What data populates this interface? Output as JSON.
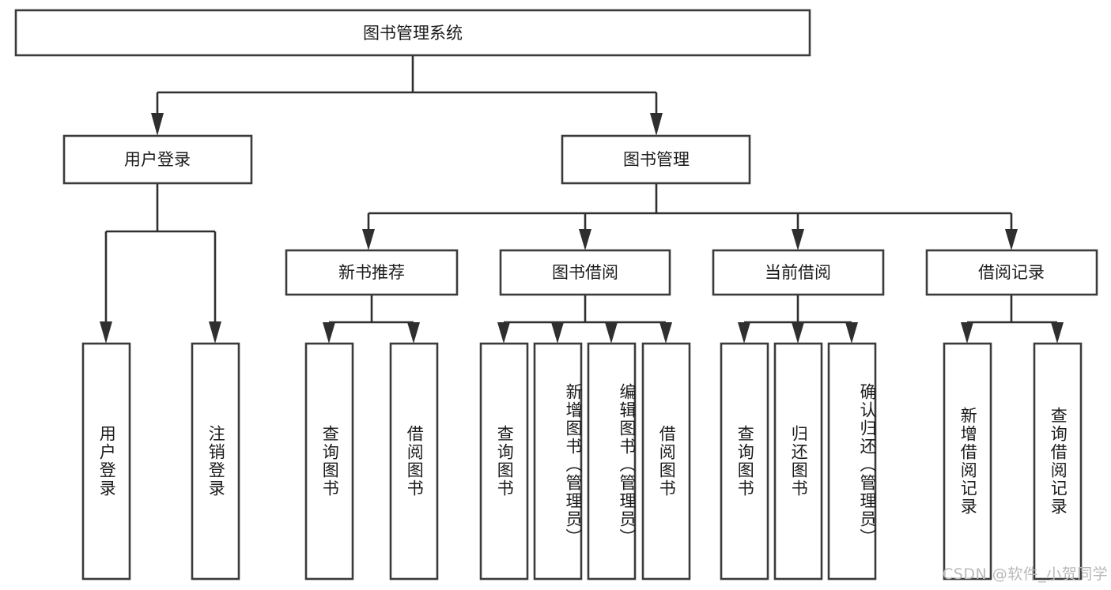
{
  "diagram": {
    "title": "图书管理系统",
    "type": "hierarchy-tree",
    "root": {
      "label": "图书管理系统"
    },
    "level2": [
      {
        "label": "用户登录"
      },
      {
        "label": "图书管理"
      }
    ],
    "level3": [
      {
        "label": "新书推荐"
      },
      {
        "label": "图书借阅"
      },
      {
        "label": "当前借阅"
      },
      {
        "label": "借阅记录"
      }
    ],
    "leaves": {
      "user_login": [
        {
          "label": "用户登录"
        },
        {
          "label": "注销登录"
        }
      ],
      "new_book_recommend": [
        {
          "label": "查询图书"
        },
        {
          "label": "借阅图书"
        }
      ],
      "book_borrow": [
        {
          "label": "查询图书"
        },
        {
          "label": "新增图书（管理员）"
        },
        {
          "label": "编辑图书（管理员）"
        },
        {
          "label": "借阅图书"
        }
      ],
      "current_borrow": [
        {
          "label": "查询图书"
        },
        {
          "label": "归还图书"
        },
        {
          "label": "确认归还（管理员）"
        }
      ],
      "borrow_record": [
        {
          "label": "新增借阅记录"
        },
        {
          "label": "查询借阅记录"
        }
      ]
    }
  },
  "watermark": {
    "text": "CSDN @软件_小贺同学"
  },
  "colors": {
    "box_stroke": "#3b3b3b",
    "connector": "#2f2f2f",
    "text": "#1b1b1b",
    "background": "#ffffff",
    "watermark": "#b9b9b9"
  }
}
